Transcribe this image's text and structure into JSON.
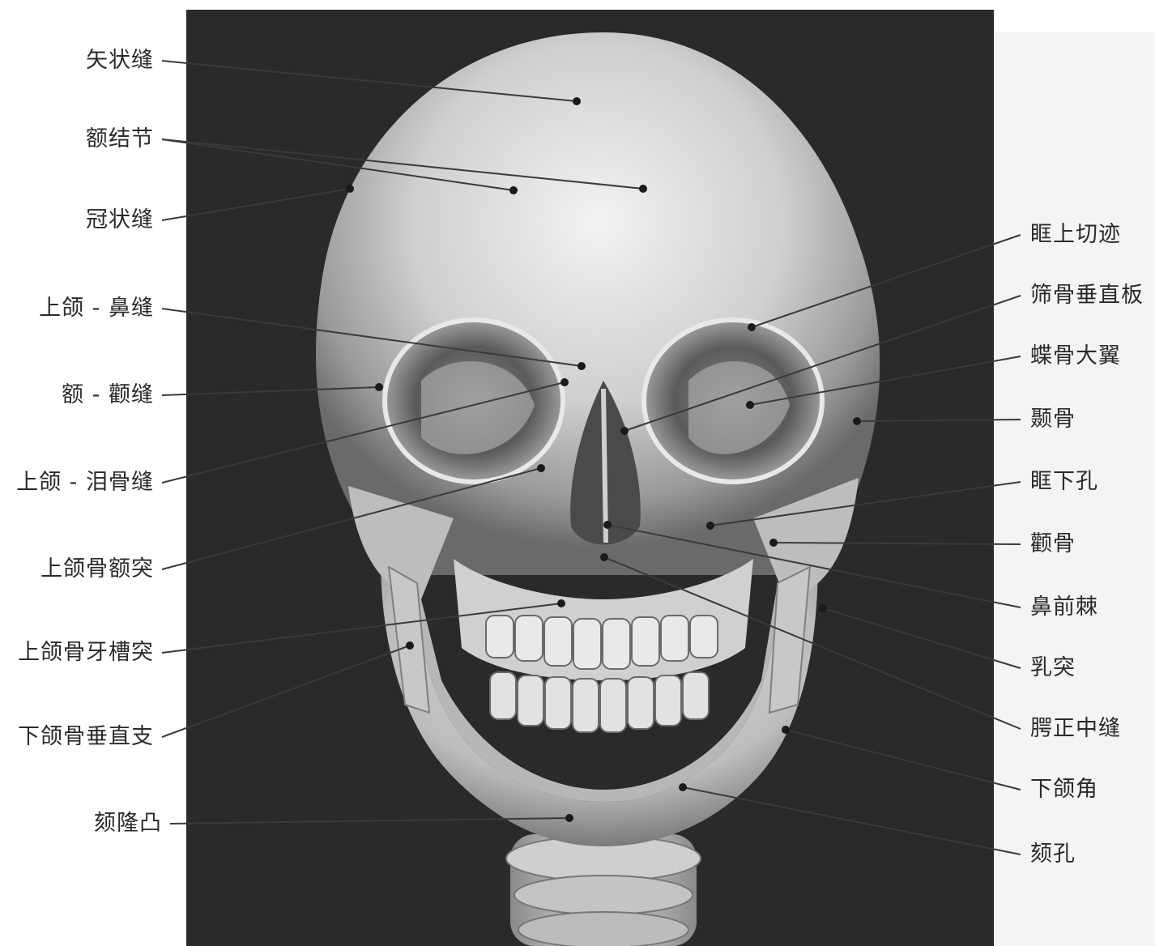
{
  "labels_left": [
    "矢状缝",
    "额结节",
    "冠状缝",
    "上颌 - 鼻缝",
    "额 - 颧缝",
    "上颌 - 泪骨缝",
    "上颌骨额突",
    "上颌骨牙槽突",
    "下颌骨垂直支",
    "颏隆凸"
  ],
  "labels_right": [
    "眶上切迹",
    "筛骨垂直板",
    "蝶骨大翼",
    "颞骨",
    "眶下孔",
    "颧骨",
    "鼻前棘",
    "乳突",
    "腭正中缝",
    "下颌角",
    "颏孔"
  ],
  "colors": {
    "background": "#2a2a2a",
    "bone": "#d6d6d6",
    "leader": "#3a3a3a",
    "text": "#2b2b2b"
  }
}
